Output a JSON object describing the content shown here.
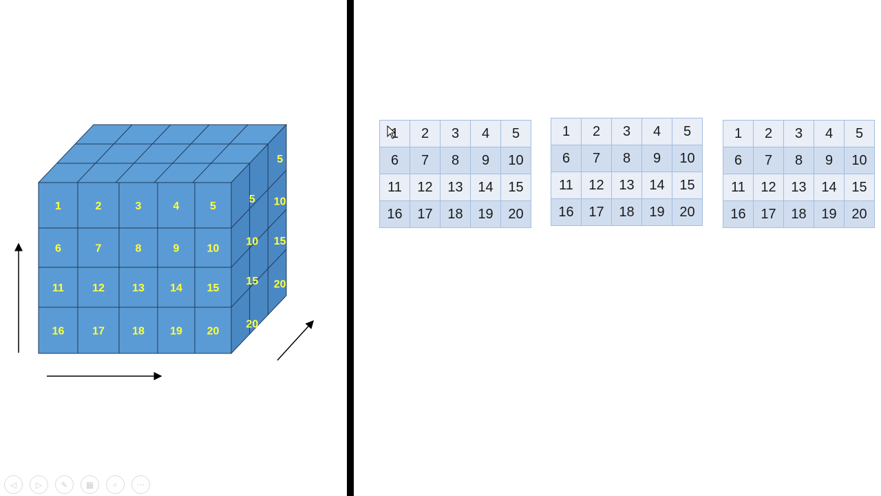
{
  "cube": {
    "front": [
      "1",
      "2",
      "3",
      "4",
      "5",
      "6",
      "7",
      "8",
      "9",
      "10",
      "11",
      "12",
      "13",
      "14",
      "15",
      "16",
      "17",
      "18",
      "19",
      "20"
    ],
    "side_front_col": [
      "5",
      "10",
      "15",
      "20"
    ],
    "side_back_col": [
      "5",
      "10",
      "15",
      "20"
    ],
    "colors": {
      "front": "#5b9bd5",
      "top": "#5f9fd8",
      "side": "#4a88c4",
      "edge": "#1f3a57",
      "label": "#ffff3c"
    }
  },
  "tables": [
    {
      "rows": [
        [
          "1",
          "2",
          "3",
          "4",
          "5"
        ],
        [
          "6",
          "7",
          "8",
          "9",
          "10"
        ],
        [
          "11",
          "12",
          "13",
          "14",
          "15"
        ],
        [
          "16",
          "17",
          "18",
          "19",
          "20"
        ]
      ]
    },
    {
      "rows": [
        [
          "1",
          "2",
          "3",
          "4",
          "5"
        ],
        [
          "6",
          "7",
          "8",
          "9",
          "10"
        ],
        [
          "11",
          "12",
          "13",
          "14",
          "15"
        ],
        [
          "16",
          "17",
          "18",
          "19",
          "20"
        ]
      ]
    },
    {
      "rows": [
        [
          "1",
          "2",
          "3",
          "4",
          "5"
        ],
        [
          "6",
          "7",
          "8",
          "9",
          "10"
        ],
        [
          "11",
          "12",
          "13",
          "14",
          "15"
        ],
        [
          "16",
          "17",
          "18",
          "19",
          "20"
        ]
      ]
    }
  ],
  "toolbar": {
    "icons": [
      "prev-icon",
      "next-icon",
      "pen-icon",
      "slides-icon",
      "zoom-icon",
      "more-icon"
    ],
    "glyphs": [
      "◁",
      "▷",
      "✎",
      "▦",
      "⌕",
      "···"
    ]
  }
}
